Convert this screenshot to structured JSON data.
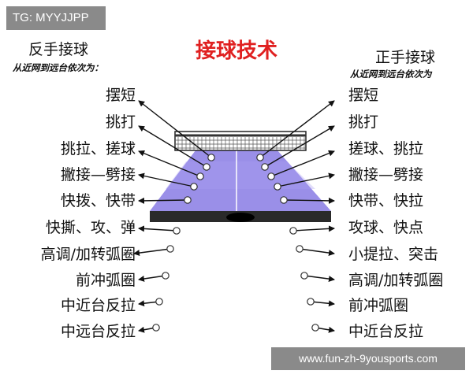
{
  "watermark_top": "TG: MYYJJPP",
  "watermark_bottom": "www.fun-zh-9yousports.com",
  "main_title": "接球技术",
  "left": {
    "title": "反手接球",
    "subtitle": "从近网到远台依次为：",
    "items": [
      "摆短",
      "挑打",
      "挑拉、搓球",
      "撇接—劈接",
      "快拨、快带",
      "快撕、攻、弹",
      "高调/加转弧圈",
      "前冲弧圈",
      "中近台反拉",
      "中远台反拉"
    ]
  },
  "right": {
    "title": "正手接球",
    "subtitle": "从近网到远台依次为",
    "items": [
      "摆短",
      "挑打",
      "搓球、挑拉",
      "撇接—劈接",
      "快带、快拉",
      "攻球、快点",
      "小提拉、突击",
      "高调/加转弧圈",
      "前冲弧圈",
      "中近台反拉"
    ]
  },
  "colors": {
    "table_top": "#9a8fe8",
    "table_edge": "#2a2a2a",
    "title_red": "#e02020",
    "arrow": "#111111"
  }
}
